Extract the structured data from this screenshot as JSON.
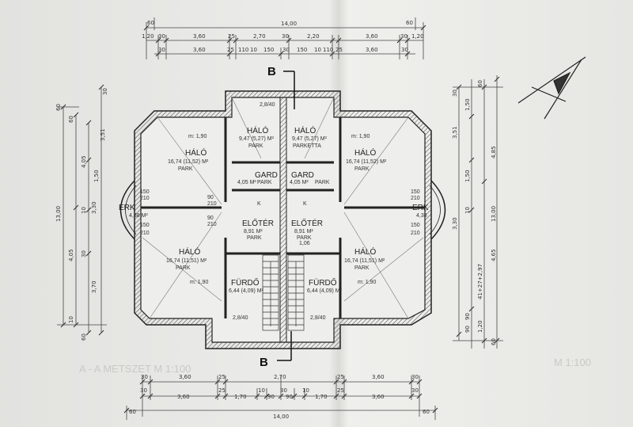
{
  "top_dims": {
    "total": "14,00",
    "row1": [
      "60",
      "60"
    ],
    "row2": [
      "1,20",
      "30",
      "3,60",
      "25",
      "2,70",
      "30",
      "2,20",
      "3,60",
      "30",
      "1,20"
    ],
    "row3": [
      "30",
      "3,60",
      "25",
      "110",
      "10",
      "150",
      "30",
      "150",
      "10",
      "110",
      "25",
      "3,60",
      "30"
    ]
  },
  "bottom_dims": {
    "total": "14,00",
    "row1": [
      "30",
      "3,60",
      "25",
      "2,70",
      "25",
      "3,60",
      "30"
    ],
    "row2": [
      "30",
      "3,60",
      "25",
      "1,70",
      "10",
      "90",
      "30",
      "90",
      "10",
      "1,70",
      "25",
      "3,60",
      "30"
    ],
    "row3": [
      "60",
      "60"
    ]
  },
  "left_dims": [
    "13,00",
    "4,05",
    "3,30",
    "3,70",
    "3,51",
    "4,05",
    "1,50",
    "10",
    "60",
    "60",
    "30",
    "30",
    "10",
    "60"
  ],
  "right_dims": [
    "13,00",
    "4,85",
    "4,65",
    "3,51",
    "3,30",
    "1,50",
    "1,50",
    "10",
    "1,20",
    "60",
    "90",
    "90",
    "30",
    "60",
    "41+27+2,97"
  ],
  "rooms": [
    {
      "name": "HÁLÓ",
      "area": "16,74 (11,52) M²",
      "floor": "PARK",
      "note": "m: 1,90"
    },
    {
      "name": "HÁLÓ",
      "area": "9,47 (5,27) M²",
      "floor": "PARK",
      "note": "2,8/40"
    },
    {
      "name": "HÁLÓ",
      "area": "9,47 (5,27) M²",
      "floor": "PARKETTA",
      "note": ""
    },
    {
      "name": "HÁLÓ",
      "area": "16,74 (11,52) M²",
      "floor": "PARK",
      "note": "m: 1,90"
    },
    {
      "name": "GARD",
      "area": "4,05 M²",
      "floor": "PARK",
      "note": ""
    },
    {
      "name": "GARD",
      "area": "4,05 M²",
      "floor": "PARK",
      "note": ""
    },
    {
      "name": "ERK",
      "area": "4,38 M²",
      "floor": "",
      "note": ""
    },
    {
      "name": "ERK",
      "area": "4,38",
      "floor": "",
      "note": ""
    },
    {
      "name": "ELŐTÉR",
      "area": "8,91 M²",
      "floor": "PARK",
      "note": ""
    },
    {
      "name": "ELŐTÉR",
      "area": "8,91 M²",
      "floor": "PARK",
      "note": "1,06"
    },
    {
      "name": "HÁLÓ",
      "area": "16,74 (11,51) M²",
      "floor": "PARK",
      "note": "m: 1,90"
    },
    {
      "name": "HÁLÓ",
      "area": "16,74 (11,51) M²",
      "floor": "PARK",
      "note": "m: 1,90"
    },
    {
      "name": "FÜRDŐ",
      "area": "6,44 (4,09) M²",
      "floor": "",
      "note": "2,8/40"
    },
    {
      "name": "FÜRDŐ",
      "area": "6,44 (4,09) M²",
      "floor": "",
      "note": "2,8/40"
    }
  ],
  "window_marks": [
    "150",
    "210",
    "150",
    "210",
    "150",
    "210",
    "150",
    "210",
    "90",
    "210",
    "90",
    "210",
    "K",
    "K"
  ],
  "section_marks": [
    "B",
    "B"
  ],
  "faint_labels": [
    "A - A METSZET M 1:100",
    "M 1:100"
  ]
}
